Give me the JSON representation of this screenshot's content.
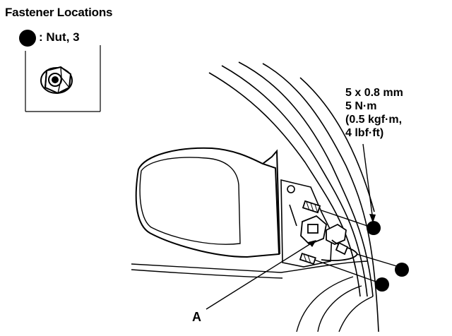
{
  "title": "Fastener Locations",
  "legend": {
    "label": ": Nut, 3",
    "icon": "nut-icon"
  },
  "torque_spec": {
    "lines": [
      "5 x 0.8 mm",
      "5 N·m",
      "(0.5 kgf·m,",
      "4 lbf·ft)"
    ]
  },
  "callout": {
    "label": "A"
  }
}
